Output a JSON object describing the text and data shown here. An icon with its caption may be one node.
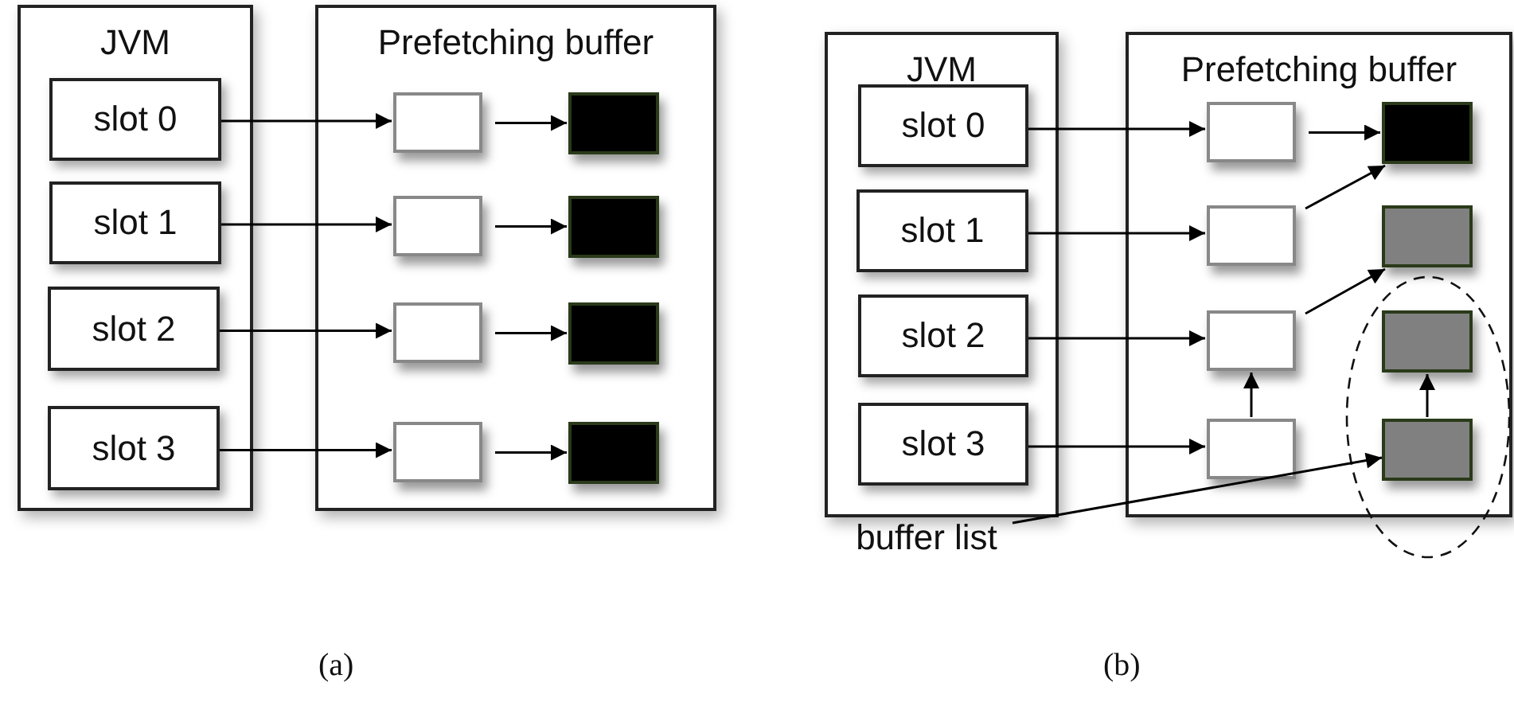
{
  "diagram": {
    "nodes": [
      {
        "text": [
          "JVM"
        ]
      },
      {
        "text": [
          "slot 0"
        ],
        "in": 0
      },
      {
        "text": [
          "slot 1"
        ],
        "in": 0
      },
      {
        "text": [
          "slot 2"
        ],
        "in": 0
      },
      {
        "text": [
          "slot 3"
        ],
        "in": 0
      },
      {
        "text": [
          "Prefetching buffer"
        ]
      },
      {
        "text": [],
        "shape": "box",
        "in": 5
      },
      {
        "text": [],
        "shape": "box",
        "in": 5
      },
      {
        "text": [],
        "shape": "box",
        "in": 5
      },
      {
        "text": [],
        "shape": "box",
        "in": 5
      },
      {
        "text": [],
        "shape": "box",
        "in": 5
      },
      {
        "text": [],
        "shape": "box",
        "in": 5
      },
      {
        "text": [],
        "shape": "box",
        "in": 5
      },
      {
        "text": [],
        "shape": "box",
        "in": 5
      },
      {
        "text": [
          "JVM"
        ]
      },
      {
        "text": [
          "slot 0"
        ],
        "in": 14
      },
      {
        "text": [
          "slot 1"
        ],
        "in": 14
      },
      {
        "text": [
          "slot 2"
        ],
        "in": 14
      },
      {
        "text": [
          "slot 3"
        ],
        "in": 14
      },
      {
        "text": [
          "Prefetching buffer"
        ]
      },
      {
        "text": [],
        "shape": "box",
        "in": 19
      },
      {
        "text": [],
        "shape": "box",
        "in": 19
      },
      {
        "text": [],
        "shape": "box",
        "in": 19
      },
      {
        "text": [],
        "shape": "box",
        "in": 19
      },
      {
        "text": [],
        "shape": "box",
        "in": 19
      },
      {
        "text": [],
        "shape": "box",
        "in": 19
      },
      {
        "text": [],
        "shape": "box",
        "in": 19
      },
      {
        "text": [],
        "shape": "box",
        "in": 19
      },
      {
        "text": [
          "buffer list"
        ]
      }
    ],
    "edges": [
      {
        "from": 1,
        "to": 6,
        "arrow": "to"
      },
      {
        "from": 2,
        "to": 7,
        "arrow": "to"
      },
      {
        "from": 3,
        "to": 8,
        "arrow": "to"
      },
      {
        "from": 4,
        "to": 9,
        "arrow": "to"
      },
      {
        "from": 6,
        "to": 10,
        "arrow": "to"
      },
      {
        "from": 7,
        "to": 11,
        "arrow": "to"
      },
      {
        "from": 8,
        "to": 12,
        "arrow": "to"
      },
      {
        "from": 9,
        "to": 13,
        "arrow": "to"
      },
      {
        "from": 15,
        "to": 20,
        "arrow": "to"
      },
      {
        "from": 16,
        "to": 21,
        "arrow": "to"
      },
      {
        "from": 17,
        "to": 22,
        "arrow": "to"
      },
      {
        "from": 18,
        "to": 23,
        "arrow": "to"
      },
      {
        "from": 20,
        "to": 24,
        "arrow": "to"
      },
      {
        "from": 21,
        "to": 24,
        "arrow": "to"
      },
      {
        "from": 22,
        "to": 25,
        "arrow": "to"
      },
      {
        "from": 23,
        "to": 22,
        "arrow": "to"
      },
      {
        "from": 27,
        "to": 26,
        "arrow": "to"
      },
      {
        "from": 28,
        "to": 27,
        "arrow": "to"
      }
    ],
    "labels": [
      "(a)",
      "(b)"
    ]
  }
}
